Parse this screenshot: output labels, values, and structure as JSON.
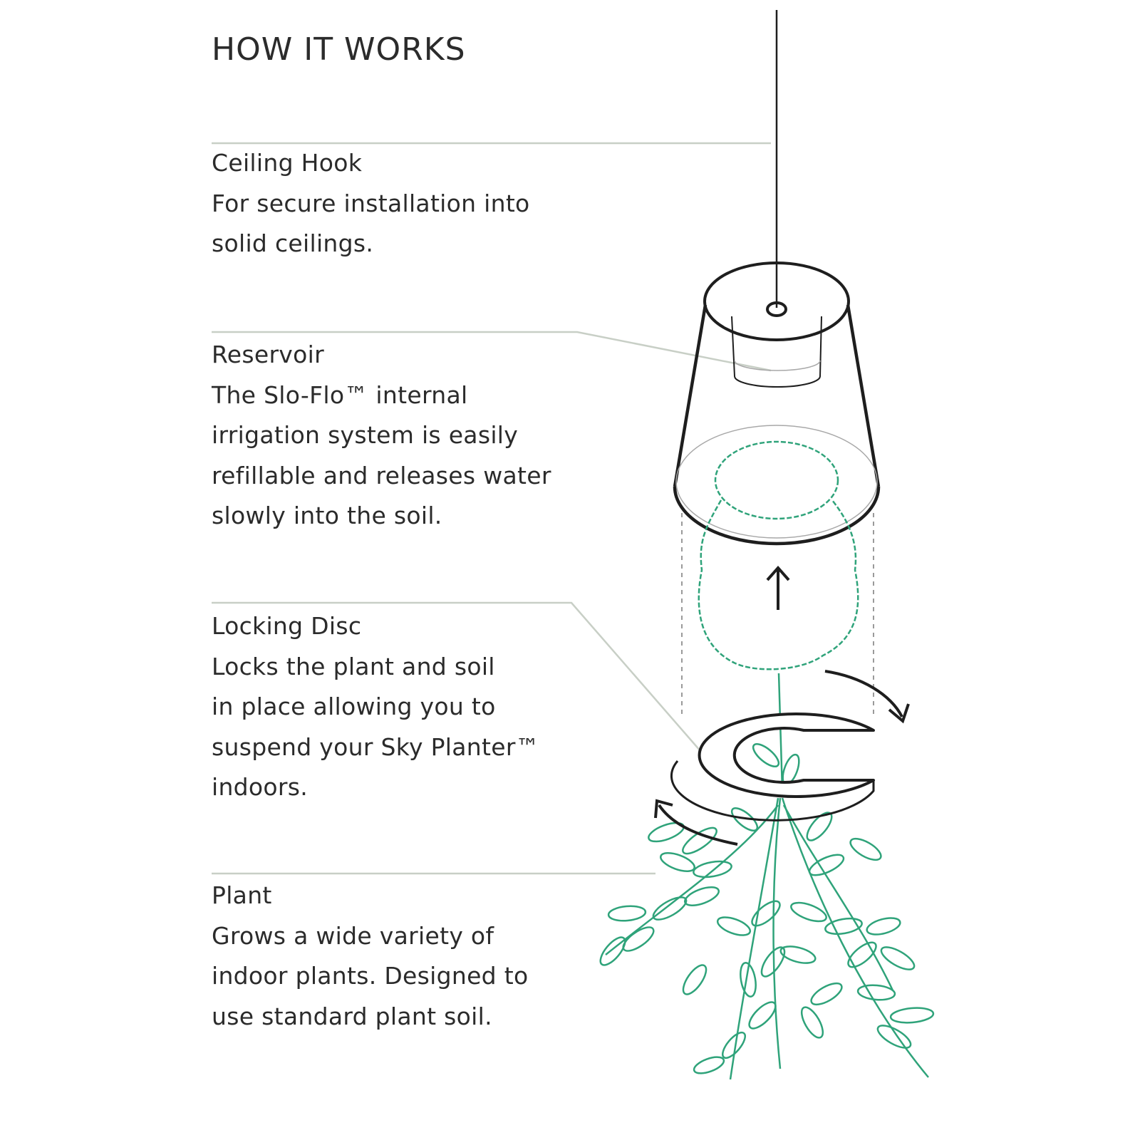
{
  "title": "HOW IT WORKS",
  "sections": [
    {
      "heading": "Ceiling Hook",
      "lines": [
        "For secure installation into",
        "solid ceilings."
      ]
    },
    {
      "heading": "Reservoir",
      "lines": [
        "The Slo-Flo™ internal",
        "irrigation system is easily",
        "refillable and releases water",
        "slowly into the soil."
      ]
    },
    {
      "heading": "Locking Disc",
      "lines": [
        "Locks the plant and soil",
        "in place allowing you to",
        "suspend your Sky Planter™",
        "indoors."
      ]
    },
    {
      "heading": "Plant",
      "lines": [
        "Grows a wide variety of",
        "indoor plants. Designed to",
        "use standard plant soil."
      ]
    }
  ],
  "colors": {
    "ink": "#1e1e1e",
    "leader": "#c8cfc6",
    "plant": "#2fa37a",
    "dotted": "#9a9a9a"
  }
}
